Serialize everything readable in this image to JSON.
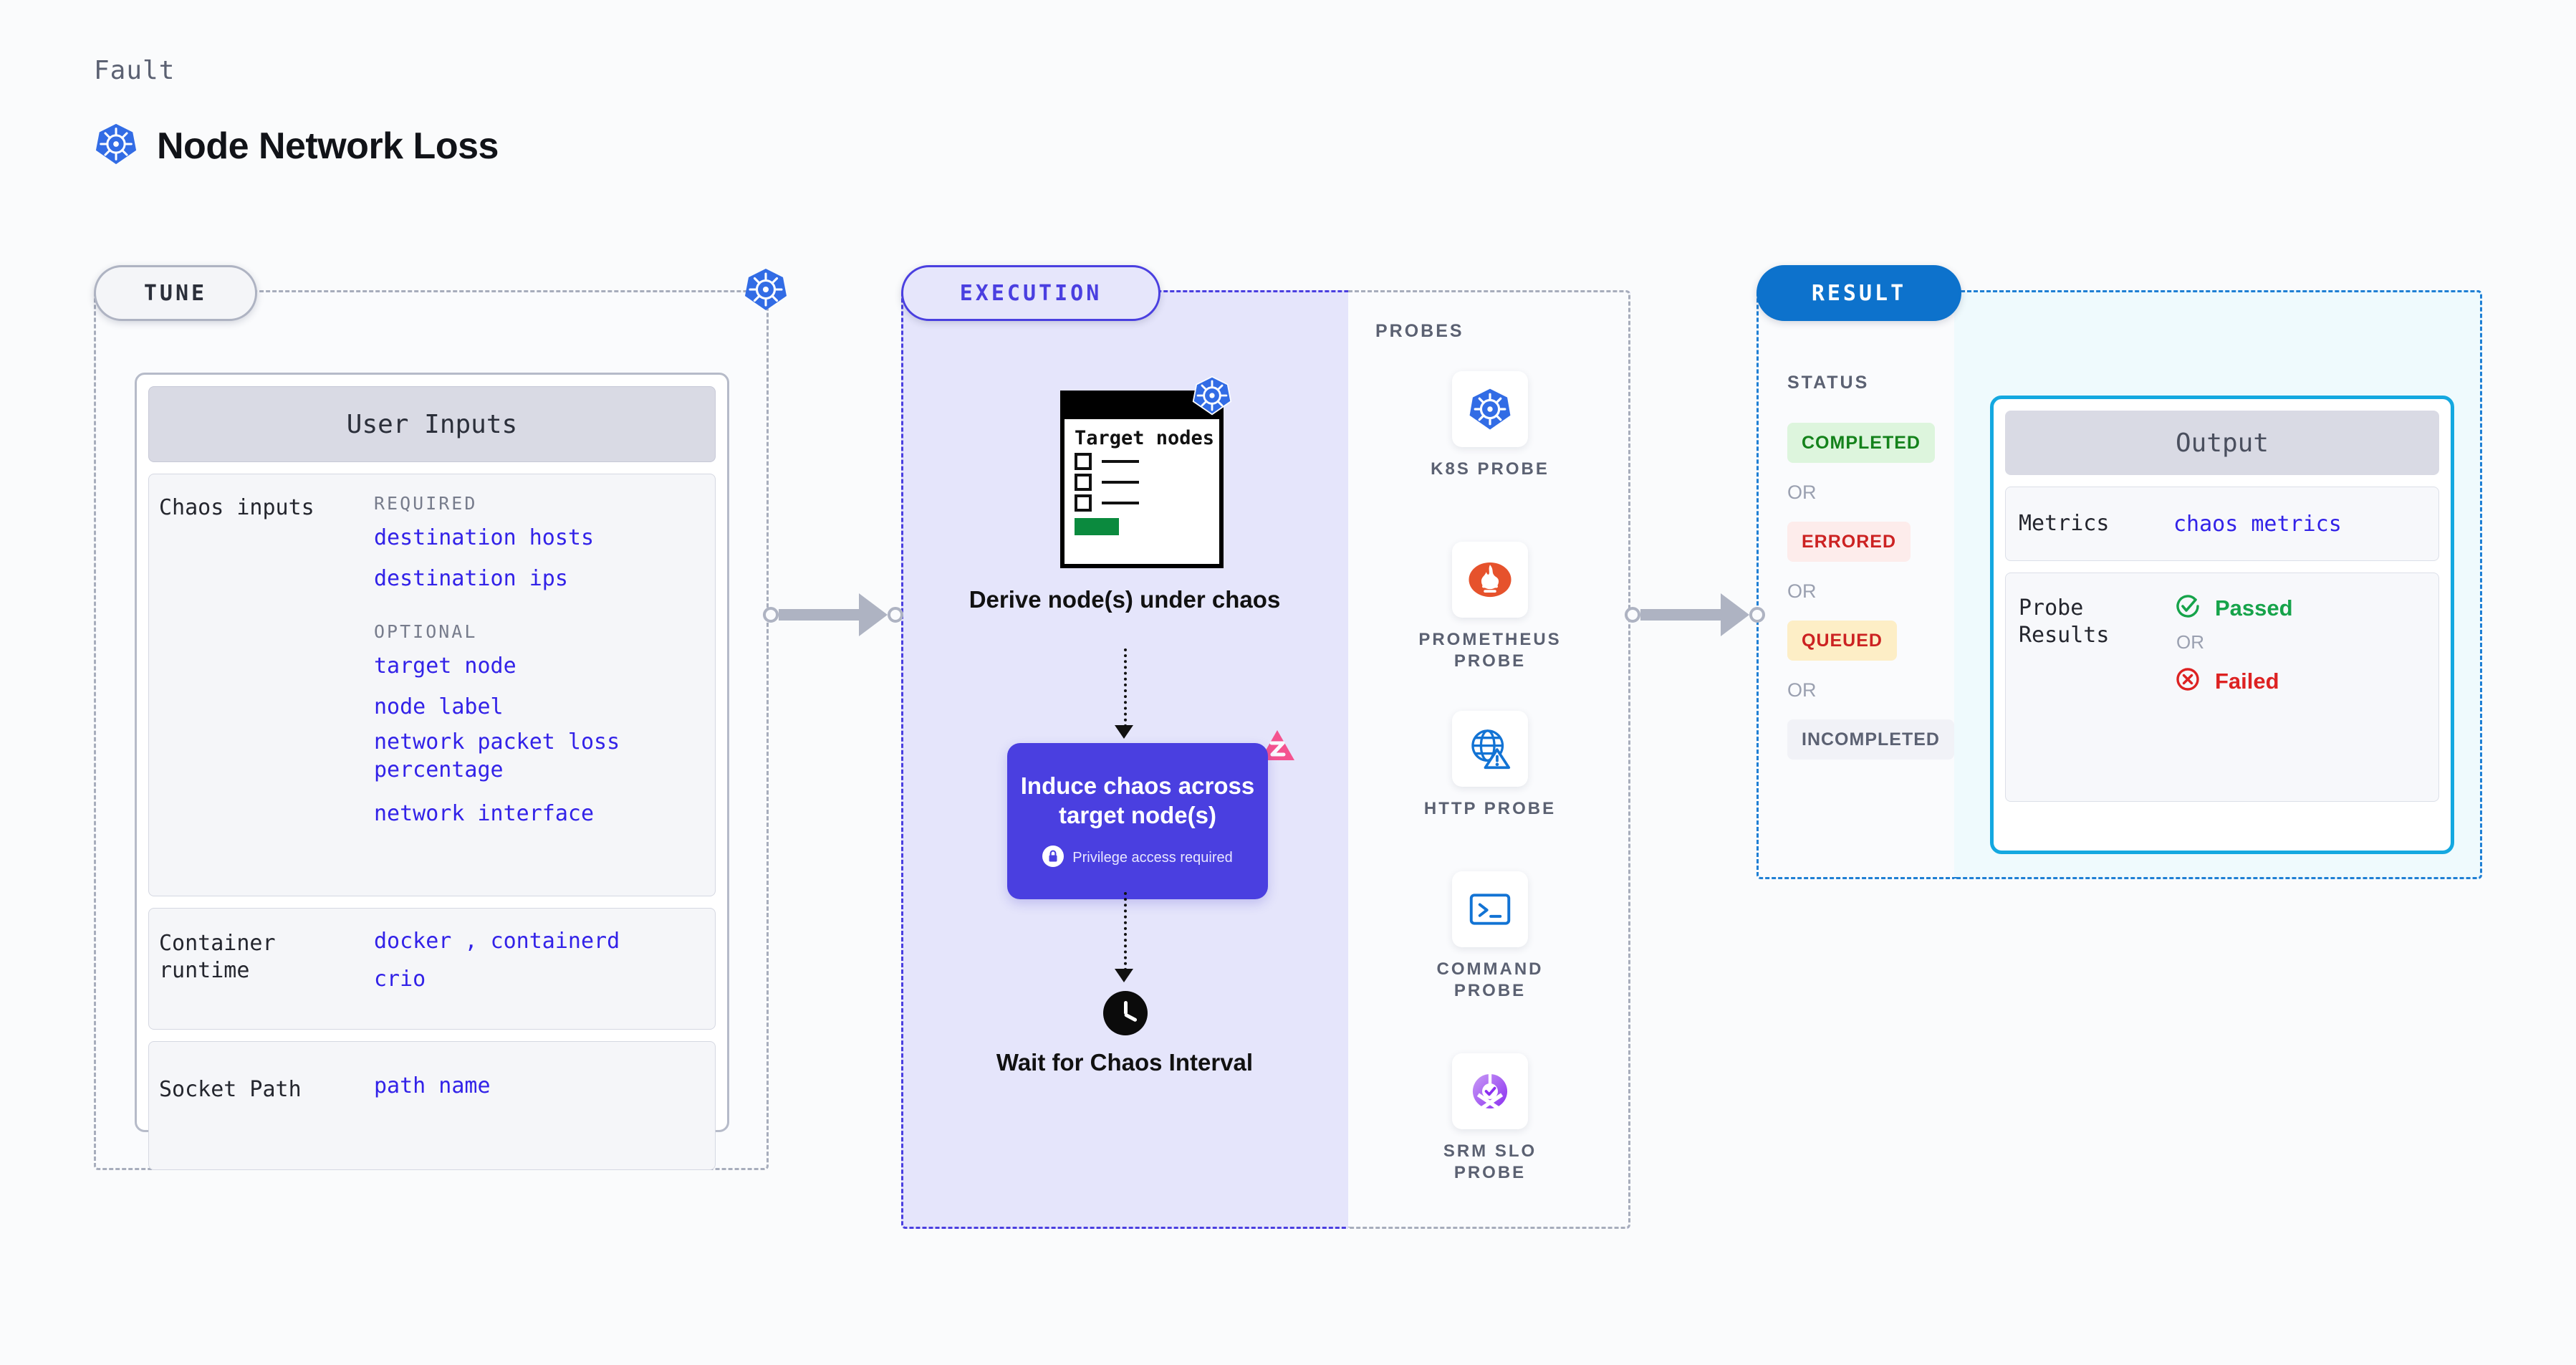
{
  "header": {
    "eyebrow": "Fault",
    "title": "Node Network Loss",
    "icon": "kubernetes-icon"
  },
  "stages": {
    "tune": {
      "label": "TUNE",
      "badge_icon": "kubernetes-icon"
    },
    "execution": {
      "label": "EXECUTION"
    },
    "result": {
      "label": "RESULT"
    }
  },
  "tune": {
    "card_title": "User Inputs",
    "rows": [
      {
        "label": "Chaos inputs",
        "required_label": "REQUIRED",
        "required_values": [
          "destination hosts",
          "destination ips"
        ],
        "optional_label": "OPTIONAL",
        "optional_values": [
          "target node",
          "node label",
          "network packet loss percentage",
          "network interface"
        ]
      },
      {
        "label": "Container runtime",
        "values_line1": "docker",
        "separator": ",",
        "values_line1b": "containerd",
        "values_line2": "crio"
      },
      {
        "label": "Socket Path",
        "value": "path name"
      }
    ]
  },
  "execution": {
    "step1": {
      "card_title": "Target nodes",
      "caption": "Derive node(s) under chaos",
      "badge_icon": "kubernetes-icon"
    },
    "step2": {
      "title": "Induce chaos across target node(s)",
      "privilege_note": "Privilege access required",
      "privilege_icon": "lock-icon",
      "corner_icon": "litmus-chaos-icon"
    },
    "step3": {
      "icon": "clock-icon",
      "caption": "Wait for Chaos Interval"
    }
  },
  "probes": {
    "title": "PROBES",
    "items": [
      {
        "label": "K8S PROBE",
        "icon": "kubernetes-icon"
      },
      {
        "label": "PROMETHEUS PROBE",
        "icon": "prometheus-icon"
      },
      {
        "label": "HTTP PROBE",
        "icon": "globe-warning-icon"
      },
      {
        "label": "COMMAND PROBE",
        "icon": "terminal-icon"
      },
      {
        "label": "SRM SLO PROBE",
        "icon": "slo-donut-check-icon"
      }
    ]
  },
  "result": {
    "status_title": "STATUS",
    "or_label": "OR",
    "statuses": [
      {
        "label": "COMPLETED",
        "bg": "#ddf5dd",
        "fg": "#14821b"
      },
      {
        "label": "ERRORED",
        "bg": "#fdeceb",
        "fg": "#cc2222"
      },
      {
        "label": "QUEUED",
        "bg": "#fdeec6",
        "fg": "#cc2222"
      },
      {
        "label": "INCOMPLETED",
        "bg": "#f1f2f7",
        "fg": "#5b6172"
      }
    ],
    "output": {
      "title": "Output",
      "metrics_label": "Metrics",
      "metrics_value": "chaos metrics",
      "probe_results_label": "Probe Results",
      "passed_label": "Passed",
      "failed_label": "Failed",
      "or_label": "OR",
      "passed_icon": "check-circle-icon",
      "failed_icon": "x-circle-icon"
    }
  },
  "colors": {
    "accent_purple": "#4a3fe0",
    "accent_blue": "#0d72cc",
    "accent_cyan": "#14a8e0",
    "value_blue": "#3222e8",
    "k8s_blue": "#326ce5",
    "prometheus_orange": "#e6522c",
    "litmus_pink": "#f4538f"
  }
}
